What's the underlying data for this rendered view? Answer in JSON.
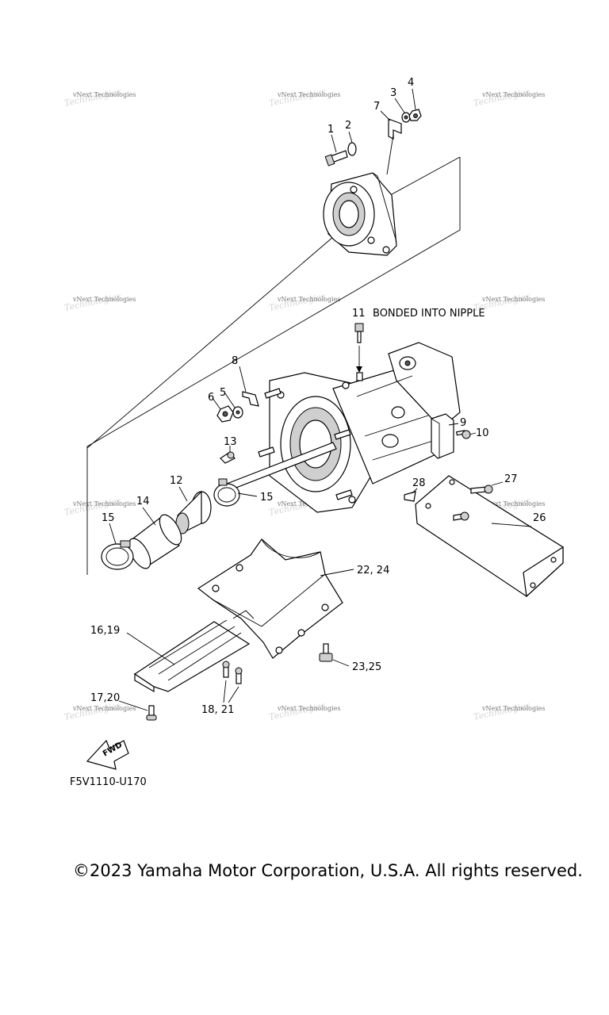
{
  "diagram": {
    "code": "F5V1110-U170",
    "note": "BONDED INTO NIPPLE",
    "fwd_label": "FWD",
    "labels": {
      "p1": "1",
      "p2": "2",
      "p3": "3",
      "p4": "4",
      "p7": "7",
      "p11": "11",
      "p8": "8",
      "p5": "5",
      "p6": "6",
      "p9": "9",
      "p10": "10",
      "p13": "13",
      "p12": "12",
      "p14": "14",
      "p15a": "15",
      "p15b": "15",
      "p27": "27",
      "p28": "28",
      "p26": "26",
      "p22_24": "22, 24",
      "p16_19": "16,19",
      "p23_25": "23,25",
      "p17_20": "17,20",
      "p18_21": "18, 21"
    },
    "watermark": "vNext Technologies"
  },
  "footer": {
    "copyright": "©2023 Yamaha Motor Corporation, U.S.A. All rights reserved."
  }
}
